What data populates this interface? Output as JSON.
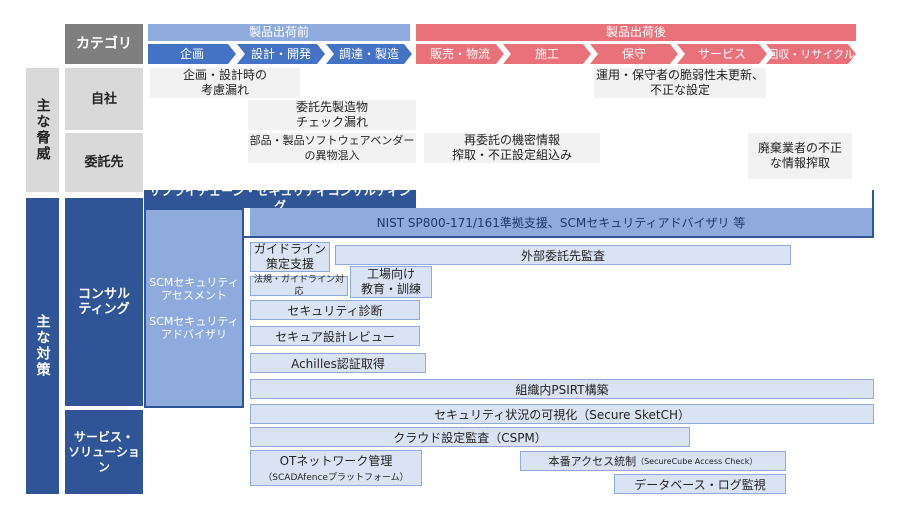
{
  "header": {
    "category": "カテゴリ",
    "pre_ship": "製品出荷前",
    "post_ship": "製品出荷後",
    "phases": [
      "企画",
      "設計・開発",
      "調達・製造",
      "販売・物流",
      "施工",
      "保守",
      "サービス",
      "回収・リサイクル"
    ]
  },
  "threats": {
    "section": "主な脅威",
    "own": "自社",
    "contractor": "委託先",
    "items": [
      "企画・設計時の\n考慮漏れ",
      "運用・保守者の脆弱性未更新、\n不正な設定",
      "委託先製造物\nチェック漏れ",
      "部品・製品ソフトウェアベンダー\nの異物混入",
      "再委託の機密情報\n搾取・不正設定組込み",
      "廃棄業者の不正\nな情報搾取"
    ]
  },
  "measures": {
    "section": "主な対策",
    "consulting": "コンサル\nティング",
    "services": "サービス・\nソリューション",
    "supply_chain_title": "サプライチェーン・セキュリティコンサルティング",
    "scm_box": "SCMセキュリティ\nアセスメント\n\nSCMセキュリティ\nアドバイザリ",
    "nist": "NIST SP800-171/161準拠支援、SCMセキュリティアドバイザリ 等",
    "guideline": "ガイドライン\n策定支援",
    "law": "法規・ガイドライン対応",
    "external_audit": "外部委託先監査",
    "factory": "工場向け\n教育・訓練",
    "diagnosis": "セキュリティ診断",
    "design_review": "セキュア設計レビュー",
    "achilles": "Achilles認証取得",
    "psirt": "組織内PSIRT構築",
    "visualize": "セキュリティ状況の可視化（Secure SketCH）",
    "cspm": "クラウド設定監査（CSPM）",
    "ot_title": "OTネットワーク管理",
    "ot_sub": "（SCADAfenceプラットフォーム）",
    "access_title": "本番アクセス統制",
    "access_sub": "（SecureCube Access Check）",
    "db_log": "データベース・ログ監視"
  },
  "colors": {
    "navy": "#2f5597",
    "blue": "#4472c4",
    "lightblue": "#dae3f3",
    "red": "#e8717a",
    "gray": "#7f7f7f"
  }
}
